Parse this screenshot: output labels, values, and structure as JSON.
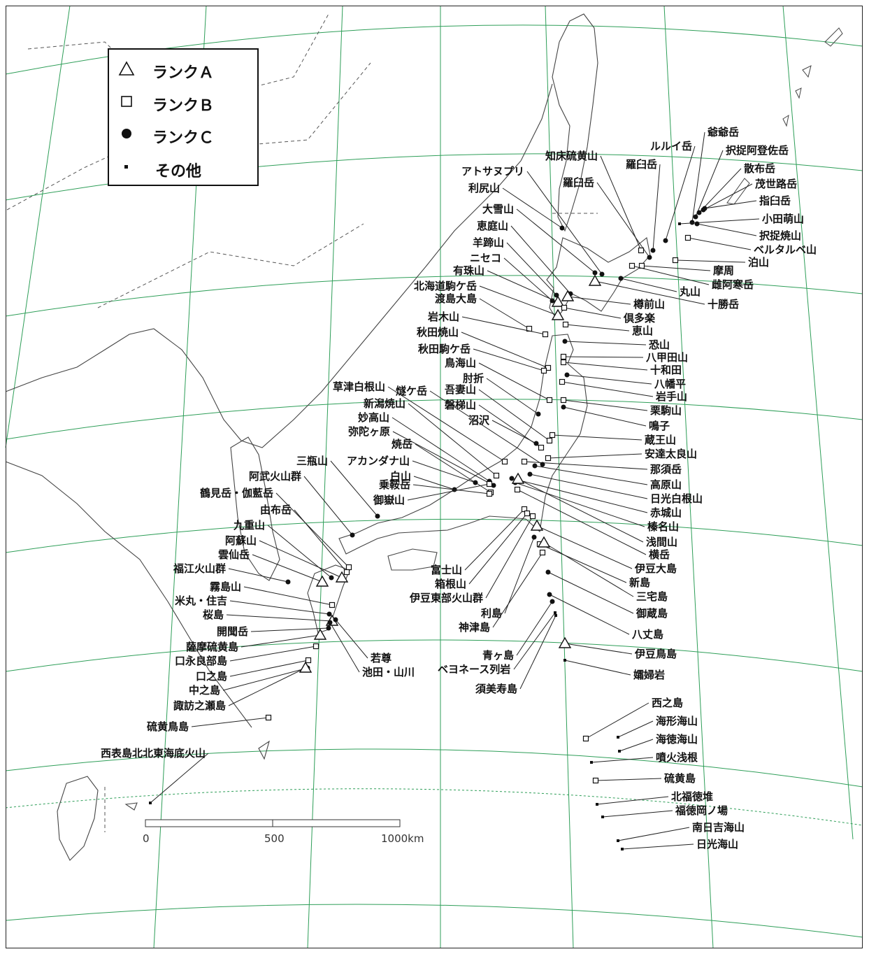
{
  "legend": {
    "items": [
      {
        "symbol": "triangle",
        "label": "ランクＡ"
      },
      {
        "symbol": "square",
        "label": "ランクＢ"
      },
      {
        "symbol": "circle",
        "label": "ランクＣ"
      },
      {
        "symbol": "small-square",
        "label": "その他"
      }
    ]
  },
  "scale_bar": {
    "ticks": [
      "0",
      "500",
      "1000km"
    ]
  },
  "colors": {
    "graticule": "#2e9e58",
    "coast": "#444444",
    "symbol": "#111111"
  },
  "volcanoes": [
    {
      "name": "知床硫黄山",
      "rank": "B"
    },
    {
      "name": "羅臼岳",
      "rank": "C"
    },
    {
      "name": "羅臼岳",
      "rank": "C"
    },
    {
      "name": "ルルイ岳",
      "rank": "C"
    },
    {
      "name": "爺爺岳",
      "rank": "C"
    },
    {
      "name": "択捉阿登佐岳",
      "rank": "C"
    },
    {
      "name": "散布岳",
      "rank": "C"
    },
    {
      "name": "茂世路岳",
      "rank": "C"
    },
    {
      "name": "指臼岳",
      "rank": "C"
    },
    {
      "name": "小田萌山",
      "rank": "other"
    },
    {
      "name": "択捉焼山",
      "rank": "C"
    },
    {
      "name": "ベルタルベ山",
      "rank": "B"
    },
    {
      "name": "泊山",
      "rank": "B"
    },
    {
      "name": "摩周",
      "rank": "B"
    },
    {
      "name": "雌阿寒岳",
      "rank": "B"
    },
    {
      "name": "丸山",
      "rank": "C"
    },
    {
      "name": "十勝岳",
      "rank": "A"
    },
    {
      "name": "アトサヌプリ",
      "rank": "C"
    },
    {
      "name": "利尻山",
      "rank": "C"
    },
    {
      "name": "大雪山",
      "rank": "C"
    },
    {
      "name": "恵庭山",
      "rank": "C"
    },
    {
      "name": "羊蹄山",
      "rank": "C"
    },
    {
      "name": "ニセコ",
      "rank": "C"
    },
    {
      "name": "有珠山",
      "rank": "A"
    },
    {
      "name": "北海道駒ケ岳",
      "rank": "A"
    },
    {
      "name": "渡島大島",
      "rank": "B"
    },
    {
      "name": "樽前山",
      "rank": "A"
    },
    {
      "name": "倶多楽",
      "rank": "B"
    },
    {
      "name": "恵山",
      "rank": "B"
    },
    {
      "name": "岩木山",
      "rank": "B"
    },
    {
      "name": "恐山",
      "rank": "C"
    },
    {
      "name": "八甲田山",
      "rank": "B"
    },
    {
      "name": "十和田",
      "rank": "B"
    },
    {
      "name": "秋田焼山",
      "rank": "B"
    },
    {
      "name": "秋田駒ケ岳",
      "rank": "B"
    },
    {
      "name": "八幡平",
      "rank": "C"
    },
    {
      "name": "岩手山",
      "rank": "B"
    },
    {
      "name": "鳥海山",
      "rank": "B"
    },
    {
      "name": "栗駒山",
      "rank": "B"
    },
    {
      "name": "鳴子",
      "rank": "C"
    },
    {
      "name": "肘折",
      "rank": "C"
    },
    {
      "name": "蔵王山",
      "rank": "B"
    },
    {
      "name": "吾妻山",
      "rank": "B"
    },
    {
      "name": "安達太良山",
      "rank": "B"
    },
    {
      "name": "磐梯山",
      "rank": "B"
    },
    {
      "name": "沼沢",
      "rank": "C"
    },
    {
      "name": "那須岳",
      "rank": "B"
    },
    {
      "name": "燧ケ岳",
      "rank": "C"
    },
    {
      "name": "高原山",
      "rank": "C"
    },
    {
      "name": "日光白根山",
      "rank": "C"
    },
    {
      "name": "赤城山",
      "rank": "C"
    },
    {
      "name": "草津白根山",
      "rank": "B"
    },
    {
      "name": "榛名山",
      "rank": "C"
    },
    {
      "name": "浅間山",
      "rank": "A"
    },
    {
      "name": "新潟焼山",
      "rank": "B"
    },
    {
      "name": "妙高山",
      "rank": "C"
    },
    {
      "name": "弥陀ヶ原",
      "rank": "C"
    },
    {
      "name": "焼岳",
      "rank": "B"
    },
    {
      "name": "アカンダナ山",
      "rank": "C"
    },
    {
      "name": "白山",
      "rank": "C"
    },
    {
      "name": "乗鞍岳",
      "rank": "B"
    },
    {
      "name": "御嶽山",
      "rank": "B"
    },
    {
      "name": "横岳",
      "rank": "B"
    },
    {
      "name": "富士山",
      "rank": "B"
    },
    {
      "name": "箱根山",
      "rank": "B"
    },
    {
      "name": "伊豆東部火山群",
      "rank": "B"
    },
    {
      "name": "伊豆大島",
      "rank": "A"
    },
    {
      "name": "利島",
      "rank": "C"
    },
    {
      "name": "新島",
      "rank": "B"
    },
    {
      "name": "神津島",
      "rank": "B"
    },
    {
      "name": "三宅島",
      "rank": "A"
    },
    {
      "name": "御蔵島",
      "rank": "C"
    },
    {
      "name": "八丈島",
      "rank": "C"
    },
    {
      "name": "青ヶ島",
      "rank": "C"
    },
    {
      "name": "ベヨネース列岩",
      "rank": "other"
    },
    {
      "name": "須美寿島",
      "rank": "other"
    },
    {
      "name": "伊豆鳥島",
      "rank": "A"
    },
    {
      "name": "孀婦岩",
      "rank": "other"
    },
    {
      "name": "三瓶山",
      "rank": "C"
    },
    {
      "name": "阿武火山群",
      "rank": "C"
    },
    {
      "name": "鶴見岳・伽藍岳",
      "rank": "B"
    },
    {
      "name": "由布岳",
      "rank": "B"
    },
    {
      "name": "九重山",
      "rank": "C"
    },
    {
      "name": "阿蘇山",
      "rank": "A"
    },
    {
      "name": "雲仙岳",
      "rank": "A"
    },
    {
      "name": "福江火山群",
      "rank": "C"
    },
    {
      "name": "霧島山",
      "rank": "B"
    },
    {
      "name": "米丸・住吉",
      "rank": "C"
    },
    {
      "name": "桜島",
      "rank": "A"
    },
    {
      "name": "若尊",
      "rank": "C"
    },
    {
      "name": "池田・山川",
      "rank": "C"
    },
    {
      "name": "開聞岳",
      "rank": "C"
    },
    {
      "name": "薩摩硫黄島",
      "rank": "A"
    },
    {
      "name": "口永良部島",
      "rank": "B"
    },
    {
      "name": "口之島",
      "rank": "B"
    },
    {
      "name": "中之島",
      "rank": "C"
    },
    {
      "name": "諏訪之瀬島",
      "rank": "A"
    },
    {
      "name": "硫黄鳥島",
      "rank": "B"
    },
    {
      "name": "西表島北北東海底火山",
      "rank": "other"
    },
    {
      "name": "西之島",
      "rank": "B"
    },
    {
      "name": "海形海山",
      "rank": "other"
    },
    {
      "name": "海徳海山",
      "rank": "other"
    },
    {
      "name": "噴火浅根",
      "rank": "other"
    },
    {
      "name": "硫黄島",
      "rank": "B"
    },
    {
      "name": "北福徳堆",
      "rank": "other"
    },
    {
      "name": "福徳岡ノ場",
      "rank": "other"
    },
    {
      "name": "南日吉海山",
      "rank": "other"
    },
    {
      "name": "日光海山",
      "rank": "other"
    }
  ]
}
